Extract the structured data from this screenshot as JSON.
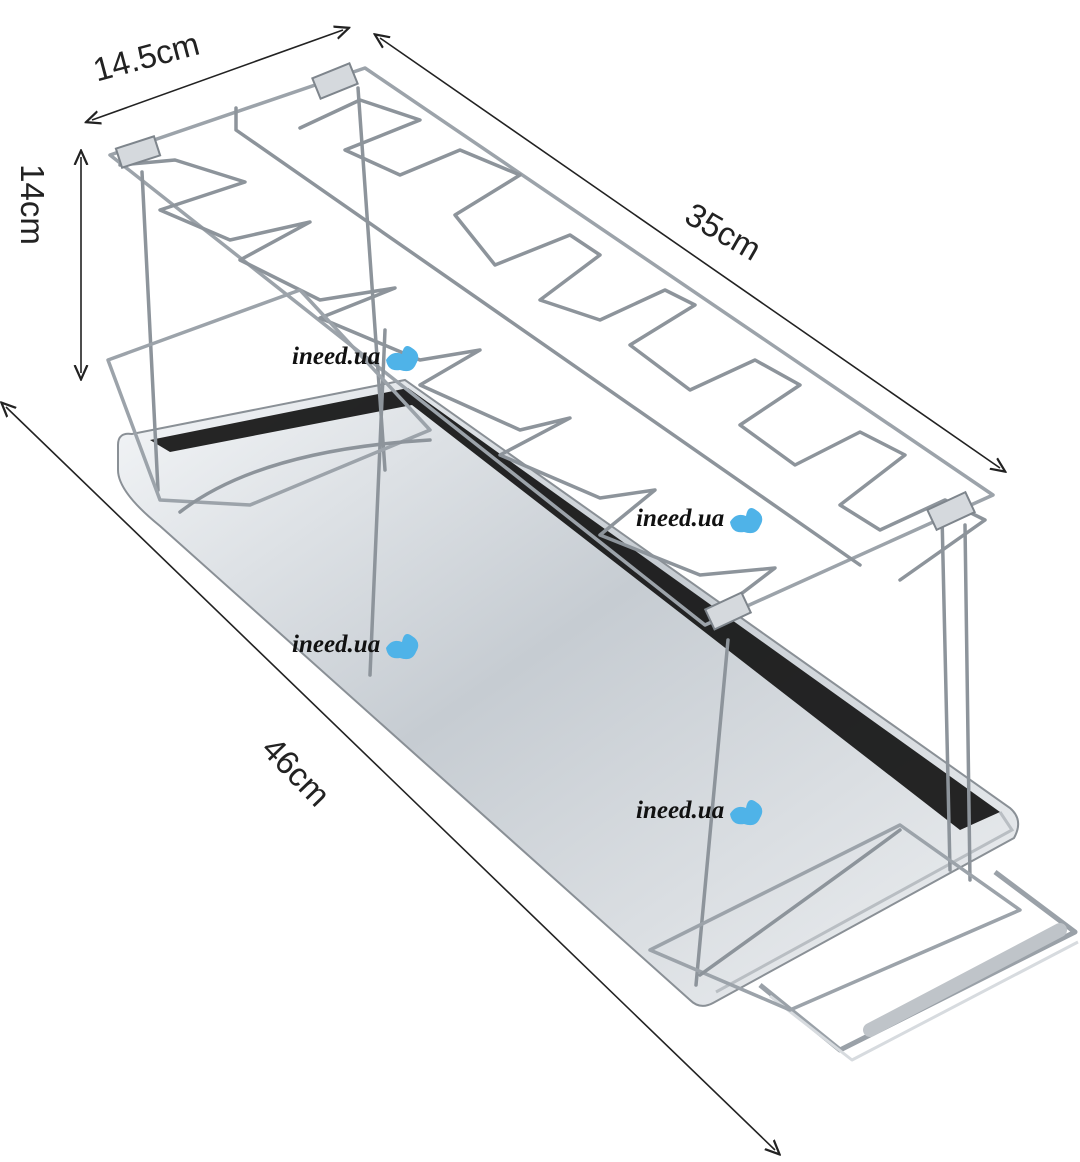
{
  "dimensions": {
    "width": "14.5cm",
    "height": "14cm",
    "rack_length": "35cm",
    "tray_length": "46cm"
  },
  "watermark": {
    "text": "ineed.ua",
    "color": "#4fb3e8"
  },
  "colors": {
    "steel": "#c9ced3",
    "wire": "#8d949b",
    "tray_shadow": "#141414",
    "dimension_line": "#222222"
  }
}
